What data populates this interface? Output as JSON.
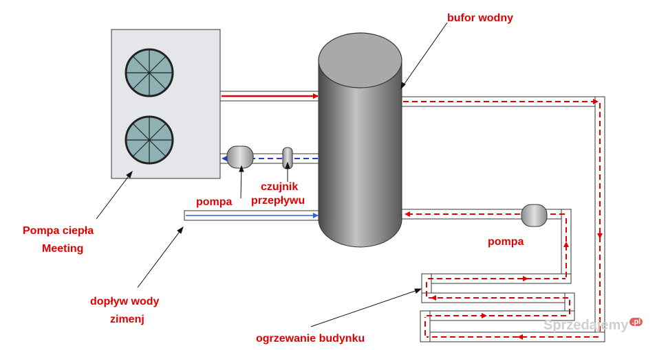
{
  "labels": {
    "buffer": "bufor wodny",
    "pump_upper": "pompa",
    "flow_sensor_line1": "czujnik",
    "flow_sensor_line2": "przepływu",
    "heat_pump_line1": "Pompa ciepła",
    "heat_pump_line2": "Meeting",
    "pump_lower": "pompa",
    "water_inlet_line1": "dopływ wody",
    "water_inlet_line2": "zimenj",
    "building_heating": "ogrzewanie budynku"
  },
  "watermark": {
    "text": "Sprzedajemy",
    "suffix": ".pl"
  },
  "colors": {
    "label_text": "#e00000",
    "hot_flow": "#e00000",
    "cold_flow": "#1a3fd6",
    "inlet_flow": "#2a5fe0",
    "pipe_outline": "#333333",
    "heat_pump_body": "#e4e6ea",
    "fan_blade": "#8fb1b4",
    "tank_gradient": [
      "#4a4a4a",
      "#c2c2c2",
      "#5a5a5a"
    ]
  }
}
